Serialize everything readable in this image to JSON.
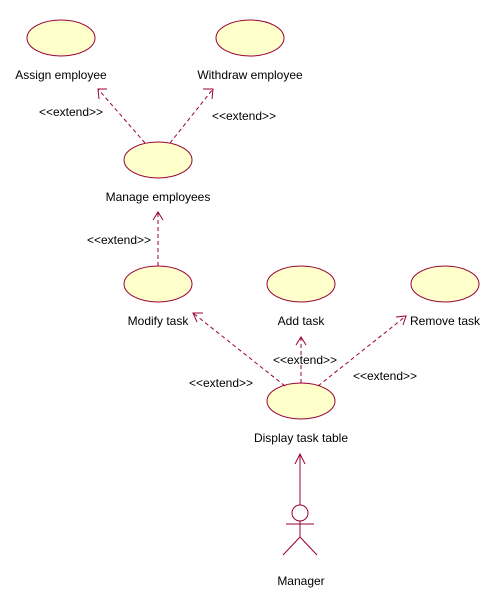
{
  "use_cases": {
    "assign_employee": "Assign employee",
    "withdraw_employee": "Withdraw employee",
    "manage_employees": "Manage employees",
    "modify_task": "Modify task",
    "add_task": "Add task",
    "remove_task": "Remove task",
    "display_task_table": "Display task table"
  },
  "actor": {
    "name": "Manager"
  },
  "stereotype": "<<extend>>",
  "colors": {
    "use_case_fill": "#ffffcc",
    "line": "#990033"
  }
}
